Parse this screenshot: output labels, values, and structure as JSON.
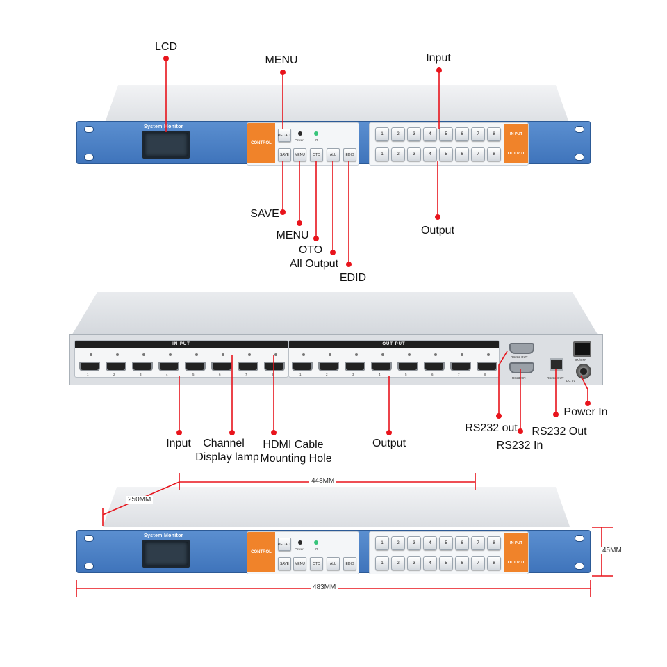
{
  "front_callouts": {
    "lcd": "LCD",
    "menu_top": "MENU",
    "input": "Input",
    "save": "SAVE",
    "menu_bottom": "MENU",
    "oto": "OTO",
    "all_output": "All Output",
    "edid": "EDID",
    "output": "Output"
  },
  "panel": {
    "system_monitor": "System Monitor",
    "control_label": "CONTROL",
    "recall": "RECALL",
    "power": "Power",
    "ir": "IR",
    "save": "SAVE",
    "menu": "MENU",
    "oto": "OTO",
    "all": "ALL",
    "edid": "EDID",
    "input_tab": "IN PUT",
    "output_tab": "OUT PUT",
    "buttons": [
      "1",
      "2",
      "3",
      "4",
      "5",
      "6",
      "7",
      "8"
    ]
  },
  "rear_panel": {
    "input_header": "IN PUT",
    "output_header": "OUT PUT",
    "ports": [
      "1",
      "2",
      "3",
      "4",
      "5",
      "6",
      "7",
      "8"
    ],
    "rs232_out": "RS232 OUT",
    "rs232_in": "RS232 IN",
    "rs232_out_rj": "RS232 OUT",
    "on_off": "ON/OFF",
    "dc": "DC 5V"
  },
  "rear_callouts": {
    "input": "Input",
    "channel_line1": "Channel",
    "channel_line2": "Display lamp",
    "hdmi_line1": "HDMI Cable",
    "hdmi_line2": "Mounting Hole",
    "output": "Output",
    "rs232_out": "RS232 out",
    "rs232_in": "RS232 In",
    "rs232_out2": "RS232 Out",
    "power_in": "Power In"
  },
  "dimensions": {
    "width_top": "448MM",
    "depth": "250MM",
    "height": "45MM",
    "width_total": "483MM"
  },
  "colors": {
    "panel_blue": "#4a80c6",
    "accent_orange": "#f0832a",
    "callout_red": "#e8141c"
  }
}
